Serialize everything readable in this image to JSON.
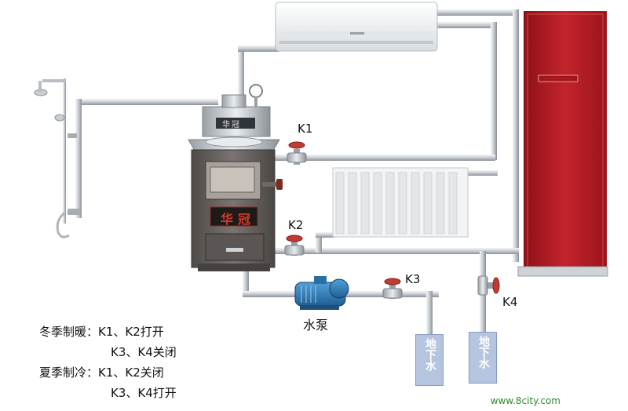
{
  "boiler": {
    "window_label": "华冠",
    "plate_text": "华冠"
  },
  "valves": {
    "k1": "K1",
    "k2": "K2",
    "k3": "K3",
    "k4": "K4"
  },
  "pump_label": "水泵",
  "wells": {
    "left": "地下水",
    "right": "地下水"
  },
  "legend": {
    "winter_line": "冬季制暖：K1、K2打开",
    "winter_line2": "K3、K4关闭",
    "summer_line": "夏季制冷：K1、K2关闭",
    "summer_line2": "K3、K4打开"
  },
  "watermark": "www.8city.com",
  "colors": {
    "pipe": "#cfd3d8",
    "pipe_edge": "#8b9097",
    "cabinet": "#b01a22",
    "boiler": "#6a6562",
    "well": "#b5c4df"
  }
}
